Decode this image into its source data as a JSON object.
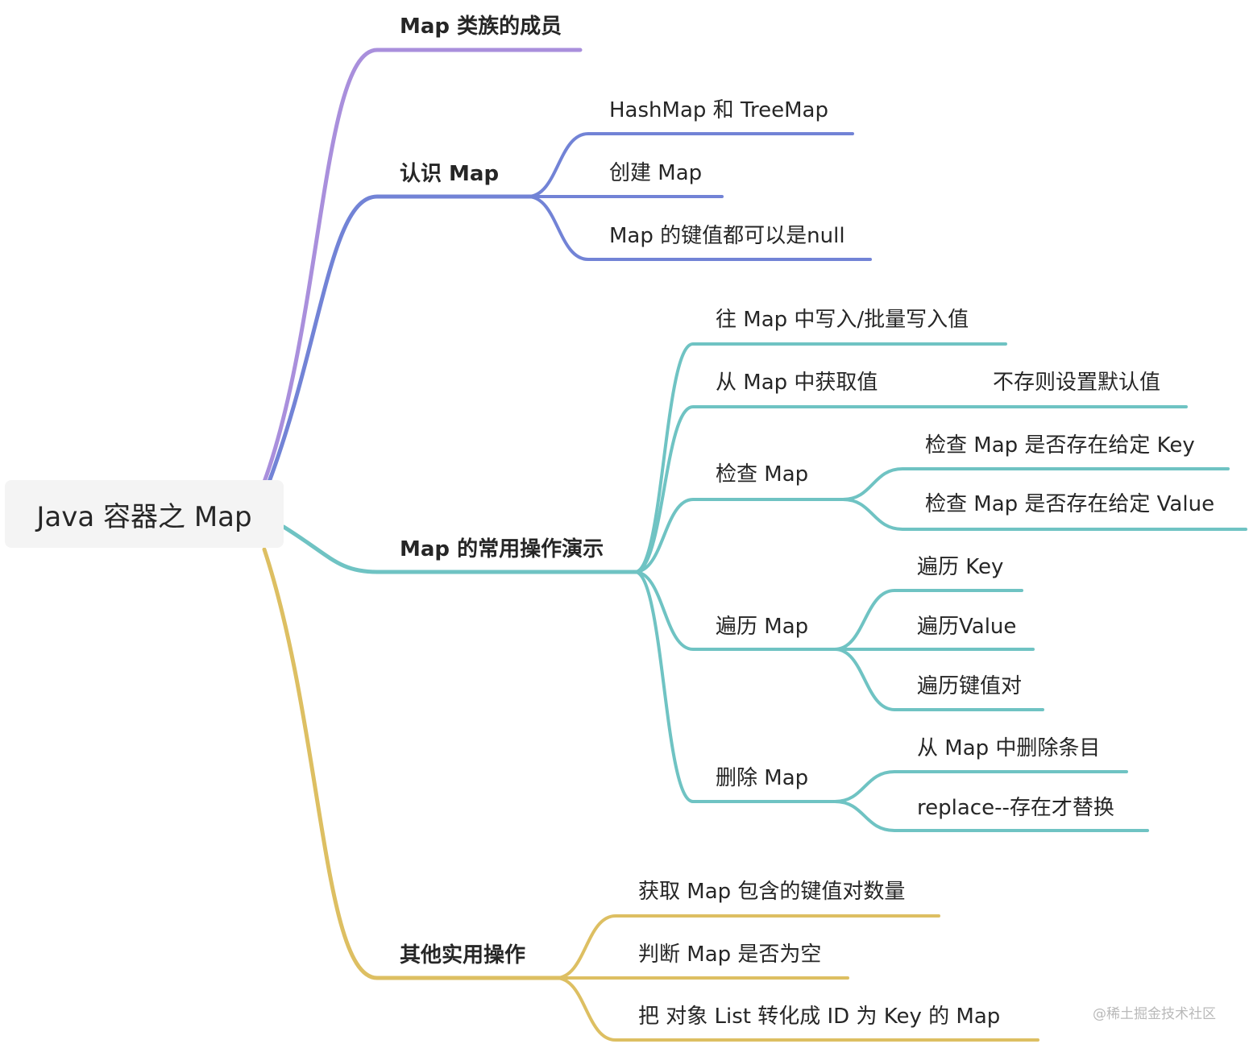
{
  "root": {
    "label": "Java 容器之 Map"
  },
  "colors": {
    "purple": "#a98fdc",
    "blue": "#7283d6",
    "teal": "#6fc3c3",
    "gold": "#ddbf62"
  },
  "branches": [
    {
      "id": "members",
      "label": "Map 类族的成员",
      "color": "purple",
      "children": []
    },
    {
      "id": "intro",
      "label": "认识 Map",
      "color": "blue",
      "children": [
        {
          "label": "HashMap 和 TreeMap"
        },
        {
          "label": "创建 Map"
        },
        {
          "label": "Map 的键值都可以是null"
        }
      ]
    },
    {
      "id": "ops",
      "label": "Map 的常用操作演示",
      "color": "teal",
      "children": [
        {
          "label": "往 Map 中写入/批量写入值"
        },
        {
          "label": "从 Map 中获取值",
          "side": "不存则设置默认值"
        },
        {
          "label": "检查 Map",
          "children": [
            {
              "label": "检查 Map 是否存在给定 Key"
            },
            {
              "label": "检查 Map 是否存在给定 Value"
            }
          ]
        },
        {
          "label": "遍历 Map",
          "children": [
            {
              "label": "遍历 Key"
            },
            {
              "label": "遍历Value"
            },
            {
              "label": "遍历键值对"
            }
          ]
        },
        {
          "label": "删除 Map",
          "children": [
            {
              "label": "从 Map 中删除条目"
            },
            {
              "label": "replace--存在才替换"
            }
          ]
        }
      ]
    },
    {
      "id": "misc",
      "label": "其他实用操作",
      "color": "gold",
      "children": [
        {
          "label": "获取 Map 包含的键值对数量"
        },
        {
          "label": "判断 Map 是否为空"
        },
        {
          "label": "把 对象 List 转化成 ID 为 Key 的 Map"
        }
      ]
    }
  ],
  "watermark": "@稀土掘金技术社区"
}
